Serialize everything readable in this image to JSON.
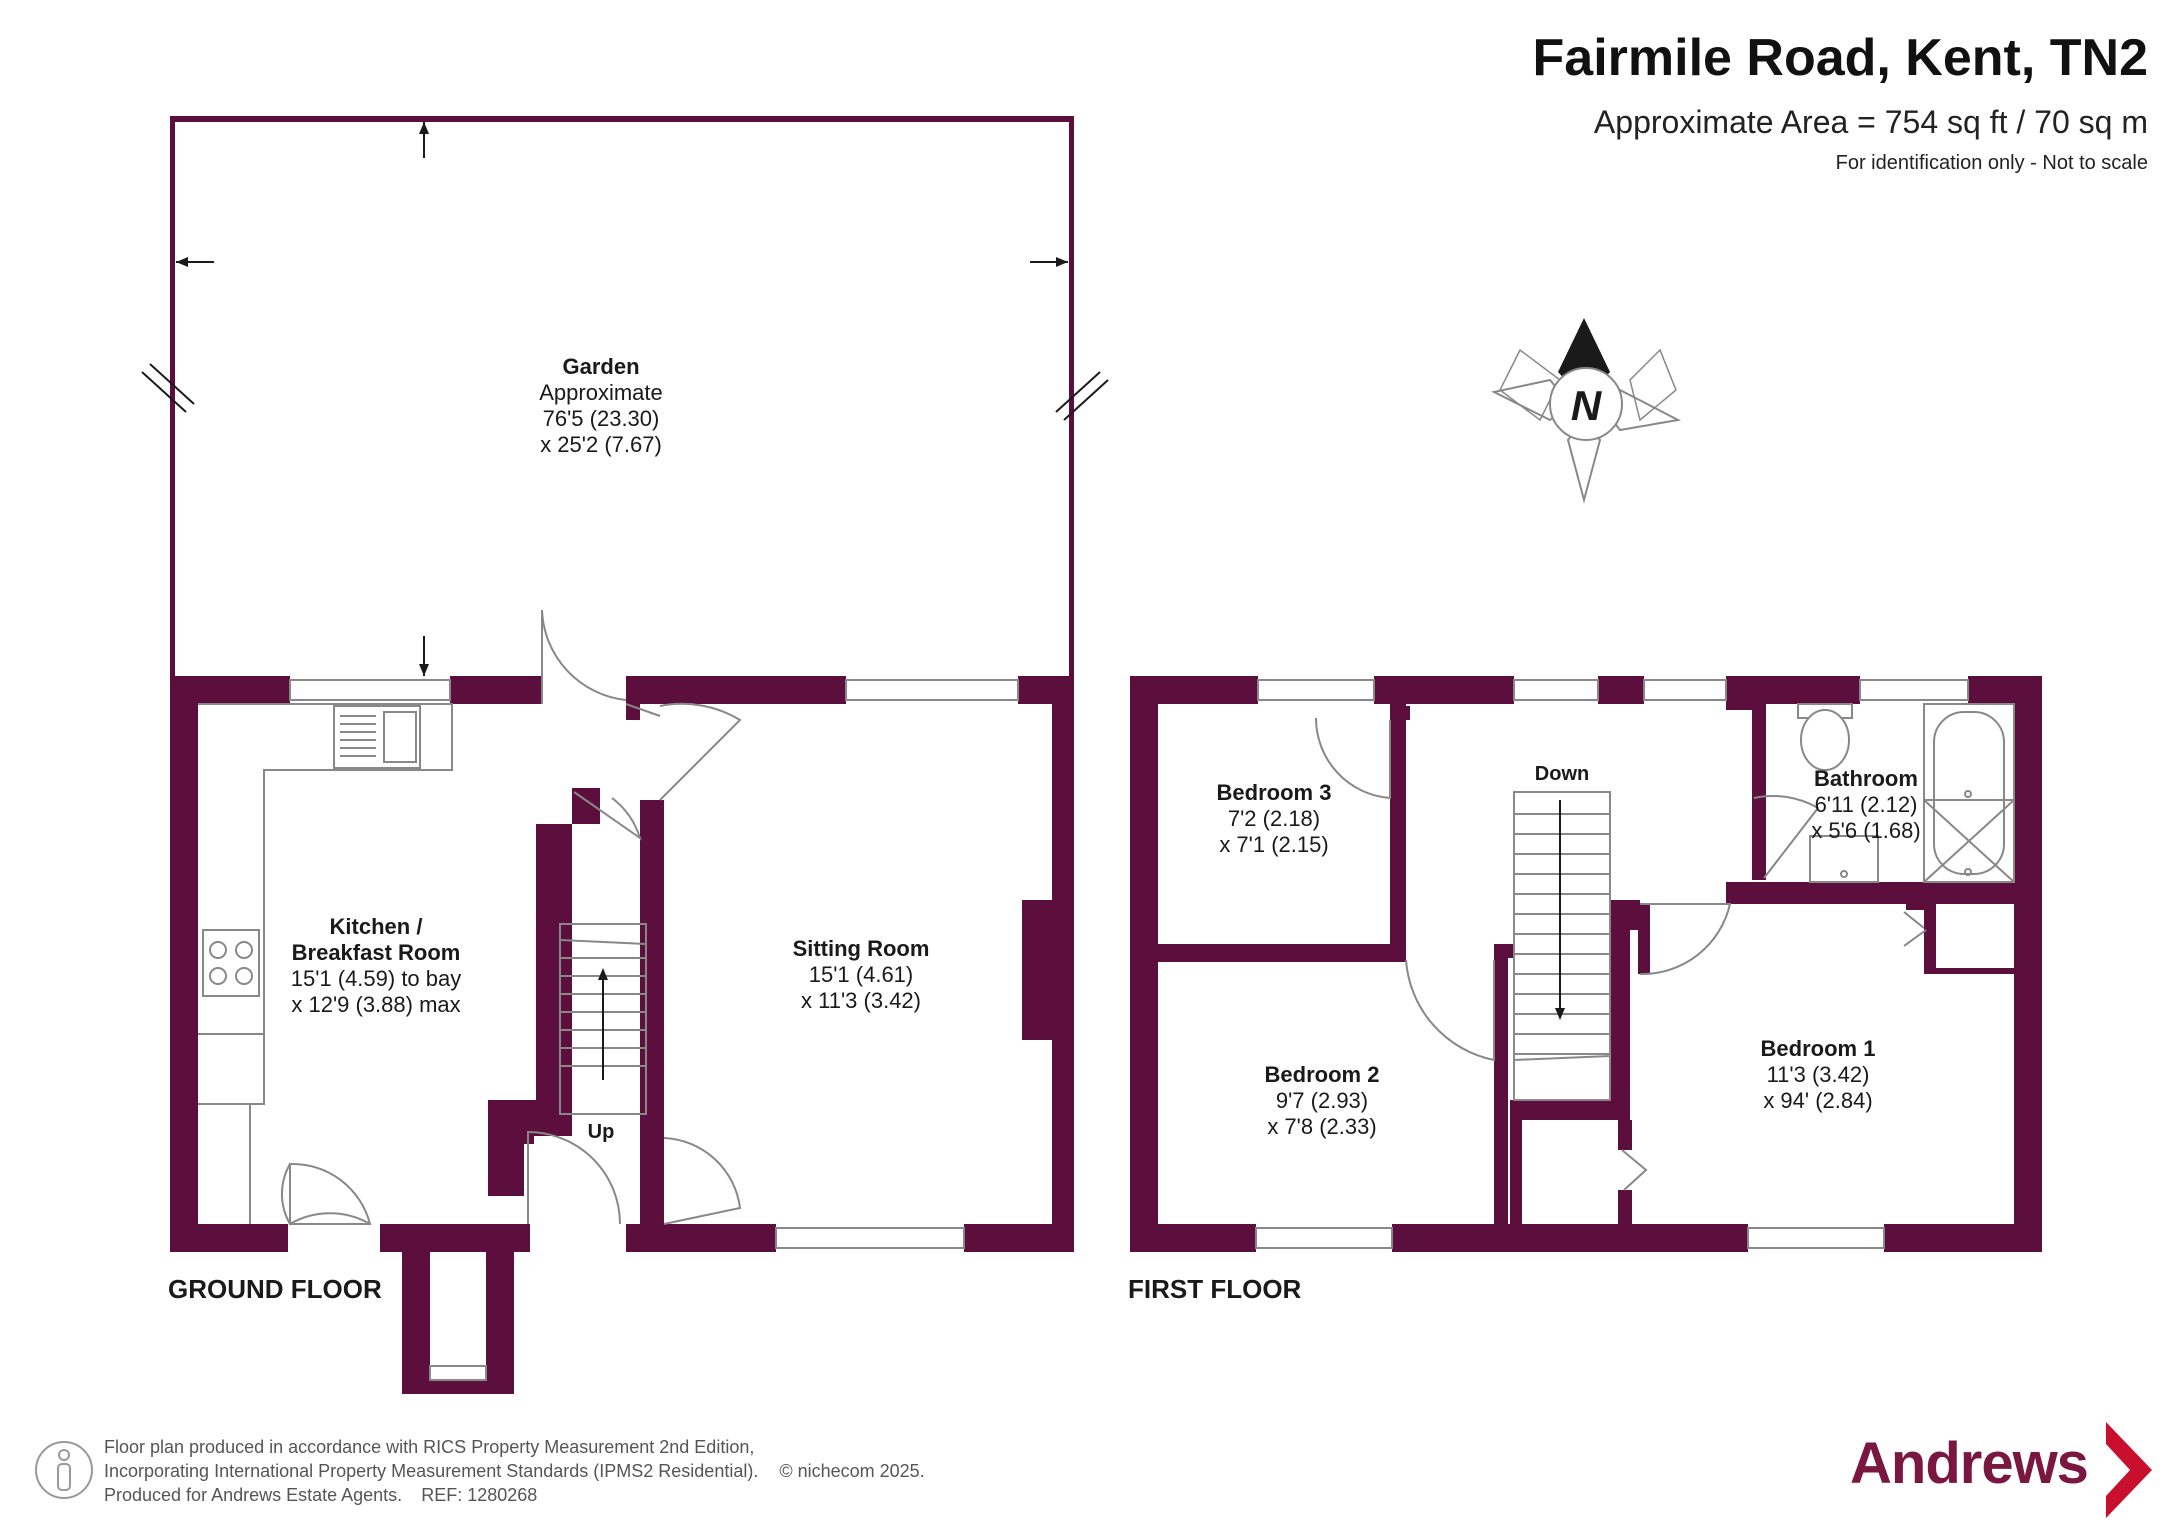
{
  "header": {
    "title": "Fairmile Road, Kent, TN2",
    "area": "Approximate Area = 754 sq ft / 70 sq m",
    "note": "For identification only - Not to scale"
  },
  "compass": {
    "label": "N"
  },
  "floors": {
    "ground": {
      "label": "GROUND FLOOR",
      "garden": {
        "name": "Garden",
        "line1": "Approximate",
        "line2": "76'5 (23.30)",
        "line3": "x 25'2 (7.67)"
      },
      "kitchen": {
        "name1": "Kitchen /",
        "name2": "Breakfast Room",
        "line1": "15'1 (4.59) to bay",
        "line2": "x 12'9 (3.88) max"
      },
      "sitting": {
        "name": "Sitting Room",
        "line1": "15'1 (4.61)",
        "line2": "x 11'3 (3.42)"
      },
      "stairs_label": "Up"
    },
    "first": {
      "label": "FIRST FLOOR",
      "bedroom3": {
        "name": "Bedroom 3",
        "line1": "7'2 (2.18)",
        "line2": "x 7'1 (2.15)"
      },
      "bathroom": {
        "name": "Bathroom",
        "line1": "6'11 (2.12)",
        "line2": "x 5'6 (1.68)"
      },
      "bedroom2": {
        "name": "Bedroom 2",
        "line1": "9'7 (2.93)",
        "line2": "x 7'8 (2.33)"
      },
      "bedroom1": {
        "name": "Bedroom 1",
        "line1": "11'3 (3.42)",
        "line2": "x 94' (2.84)"
      },
      "stairs_label": "Down"
    }
  },
  "footer": {
    "line1": "Floor plan produced in accordance with RICS Property Measurement 2nd Edition,",
    "line2": "Incorporating International Property Measurement Standards (IPMS2 Residential).",
    "line3": "Produced for Andrews Estate Agents.",
    "ref": "REF: 1280268",
    "copyright": "© nichecom 2025."
  },
  "brand": {
    "name": "Andrews"
  },
  "colors": {
    "wall": "#5c0f3c",
    "brand": "#7a1740",
    "fixture": "#888888"
  }
}
